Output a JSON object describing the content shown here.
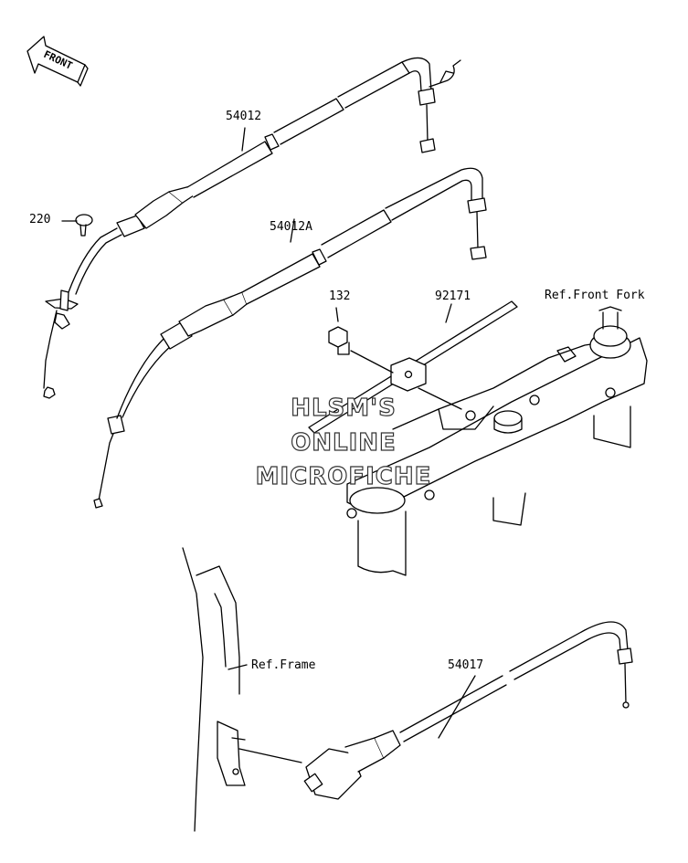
{
  "direction_marker": {
    "label": "FRONT"
  },
  "labels": {
    "p54012": "54012",
    "p220": "220",
    "p54012a": "54012A",
    "p132": "132",
    "p92171": "92171",
    "ref_front_fork": "Ref.Front Fork",
    "ref_frame": "Ref.Frame",
    "p54017": "54017"
  },
  "watermark": {
    "line1": "HLSM'S",
    "line2": "ONLINE",
    "line3": "MICROFICHE"
  }
}
